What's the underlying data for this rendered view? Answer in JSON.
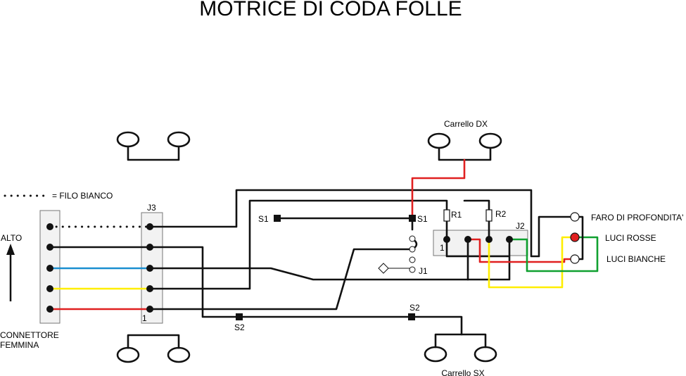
{
  "title": "MOTRICE DI CODA FOLLE",
  "legend": {
    "text": "= FILO BIANCO"
  },
  "connector": {
    "label_line1": "CONNETTORE",
    "label_line2": "FEMMINA",
    "direction_label": "ALTO",
    "pin1": "1"
  },
  "j3": {
    "label": "J3"
  },
  "j1": {
    "label": "J1"
  },
  "j2": {
    "label": "J2",
    "pin1": "1"
  },
  "resistors": {
    "r1": "R1",
    "r2": "R2"
  },
  "switches": {
    "s1_left": "S1",
    "s1_right": "S1",
    "s2_left": "S2",
    "s2_right": "S2"
  },
  "bogies": {
    "right_top": "Carrello DX",
    "right_bottom": "Carrello SX"
  },
  "lights": {
    "depth": "FARO DI PROFONDITA'",
    "red": "LUCI ROSSE",
    "white": "LUCI BIANCHE"
  },
  "colors": {
    "wire_black": "#111111",
    "wire_red": "#e02020",
    "wire_blue": "#1a8fd0",
    "wire_yellow": "#ffee00",
    "wire_green": "#10a030",
    "led_red": "#e02020",
    "block_fill": "#f2f2f2",
    "block_stroke": "#777777"
  }
}
